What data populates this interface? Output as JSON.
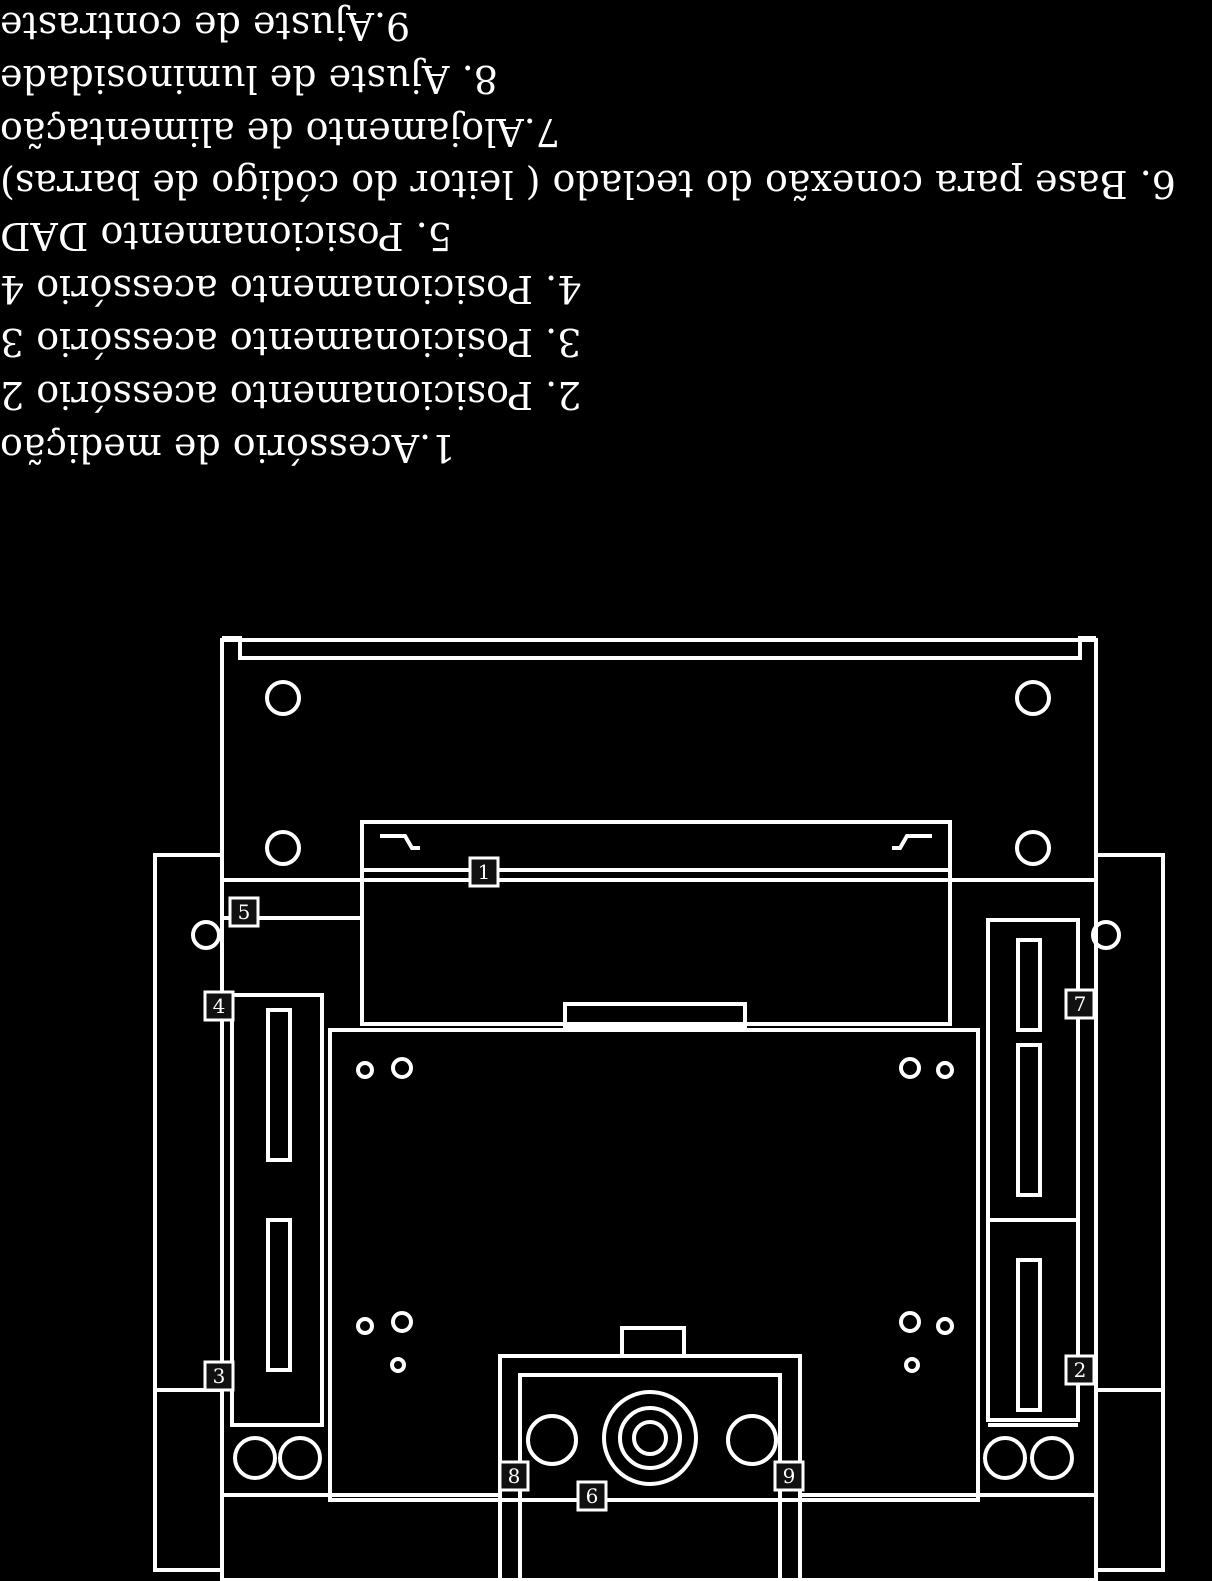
{
  "legend": {
    "items": [
      "9.Ajuste de contraste",
      "8. Ajuste de luminosidade",
      "7.Alojamento de alimentação",
      "6. Base para conexão do teclado ( leitor do código de barras)",
      "5. Posicionamento DAD",
      "4. Posicionamento  acessório 4",
      "3. Posicionamento acessório 3",
      "2. Posicionamento acessório 2",
      "1.Acessório de medição"
    ]
  },
  "callouts": [
    "1",
    "2",
    "3",
    "4",
    "5",
    "6",
    "7",
    "8",
    "9"
  ],
  "colors": {
    "background": "#000000",
    "line": "#ffffff"
  }
}
